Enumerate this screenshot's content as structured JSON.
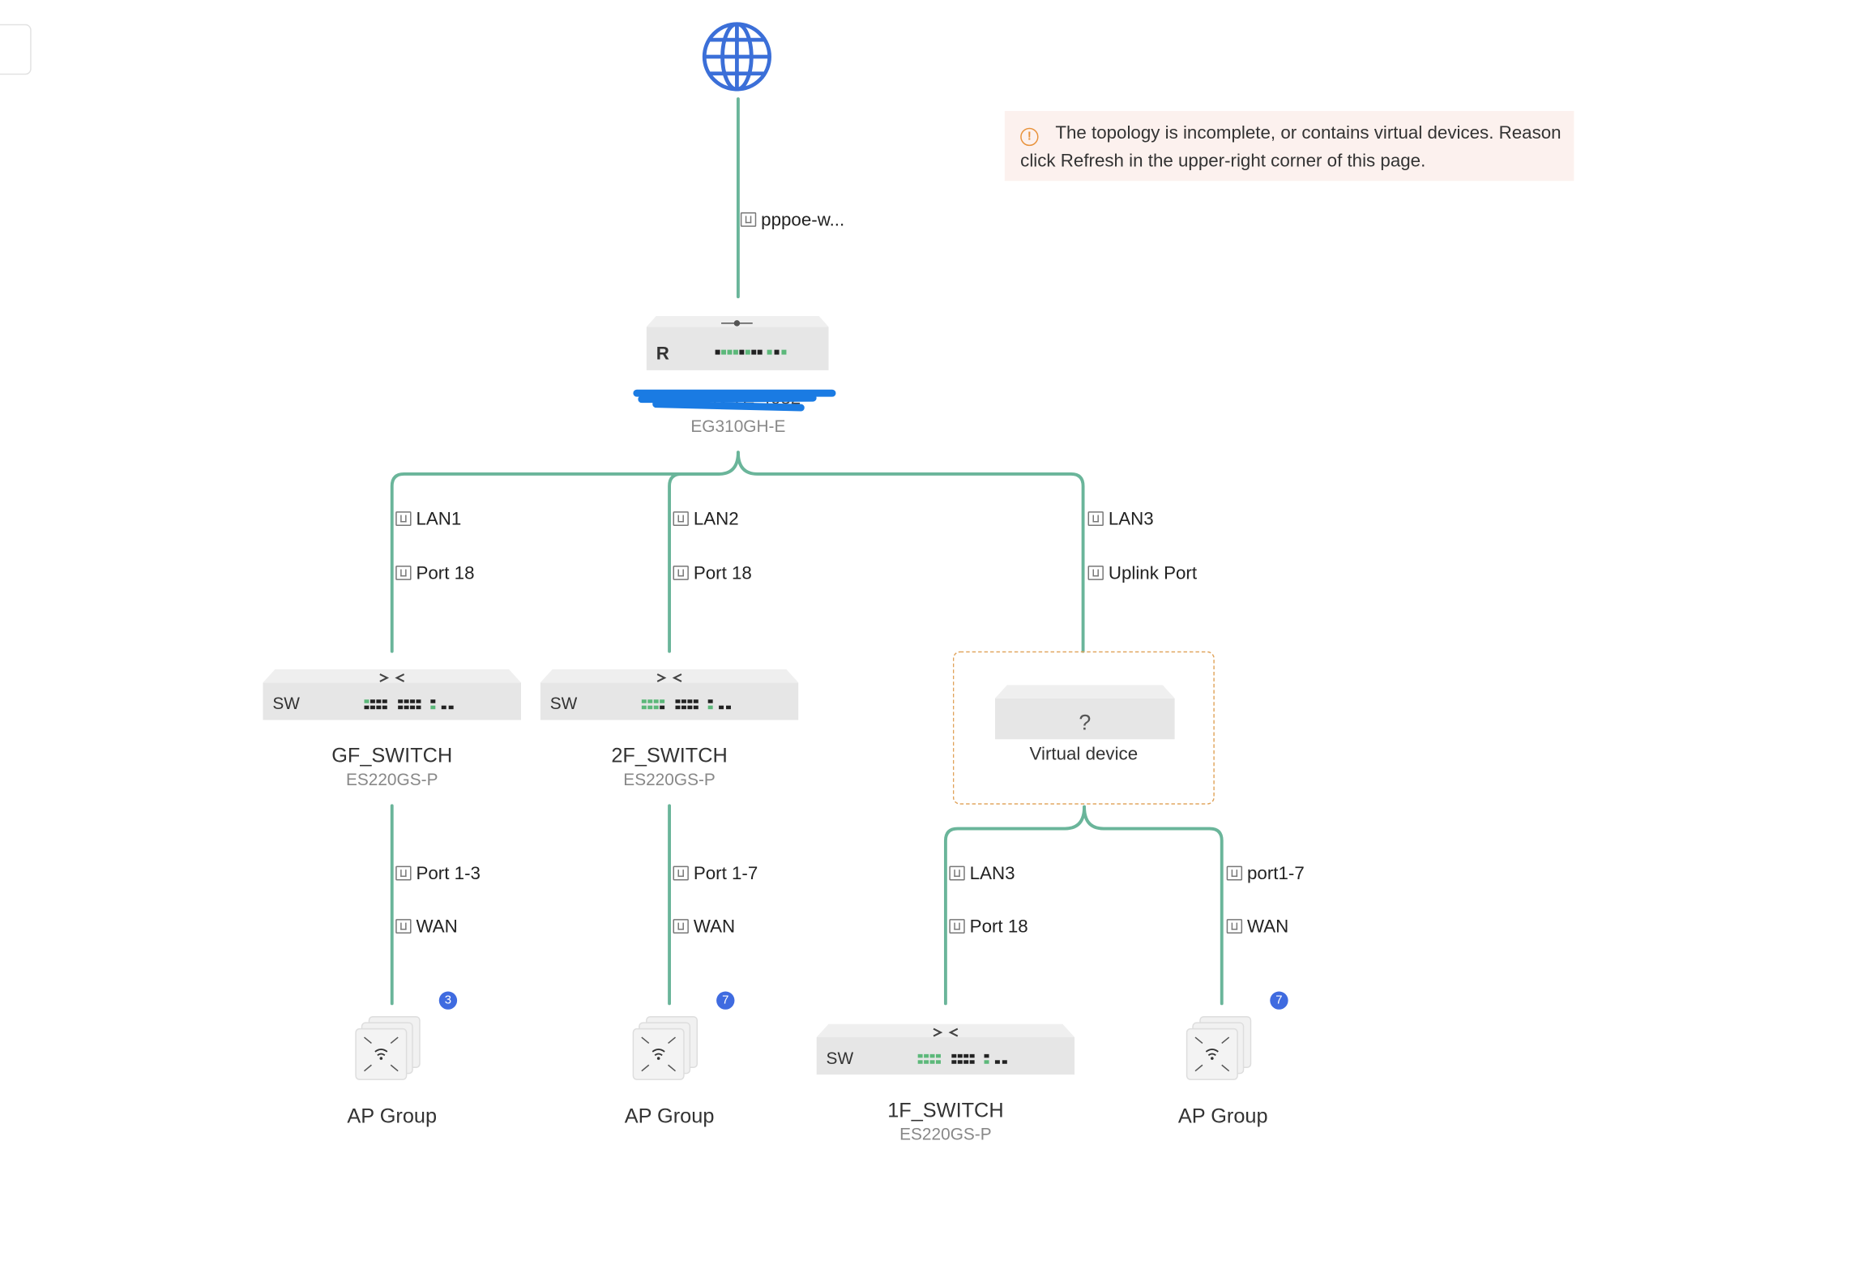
{
  "alert": {
    "line1": "The topology is incomplete, or contains virtual devices. Reason",
    "line2": "click Refresh in the upper-right corner of this page."
  },
  "internet": {
    "wan_label": "pppoe-w..."
  },
  "gateway": {
    "badge": "R",
    "name": "ET-TA-TE-4032",
    "model": "EG310GH-E"
  },
  "links": {
    "gf": {
      "upper": "LAN1",
      "lower": "Port 18"
    },
    "f2": {
      "upper": "LAN2",
      "lower": "Port 18"
    },
    "virt": {
      "upper": "LAN3",
      "lower": "Uplink Port"
    },
    "gf_ap": {
      "upper": "Port 1-3",
      "lower": "WAN"
    },
    "f2_ap": {
      "upper": "Port 1-7",
      "lower": "WAN"
    },
    "f1": {
      "upper": "LAN3",
      "lower": "Port 18"
    },
    "v_ap": {
      "upper": "port1-7",
      "lower": "WAN"
    }
  },
  "switches": {
    "gf": {
      "badge": "SW",
      "name": "GF_SWITCH",
      "model": "ES220GS-P"
    },
    "f2": {
      "badge": "SW",
      "name": "2F_SWITCH",
      "model": "ES220GS-P"
    },
    "f1": {
      "badge": "SW",
      "name": "1F_SWITCH",
      "model": "ES220GS-P"
    }
  },
  "virtual_device": {
    "symbol": "?",
    "label": "Virtual device"
  },
  "ap_groups": {
    "gf": {
      "label": "AP Group",
      "count": "3"
    },
    "f2": {
      "label": "AP Group",
      "count": "7"
    },
    "v": {
      "label": "AP Group",
      "count": "7"
    }
  },
  "colors": {
    "link": "#6ab59a",
    "badge": "#3f6be0",
    "virtual_border": "#e0a35a",
    "alert_bg": "#fcf1ee",
    "globe": "#3b6fd8"
  }
}
